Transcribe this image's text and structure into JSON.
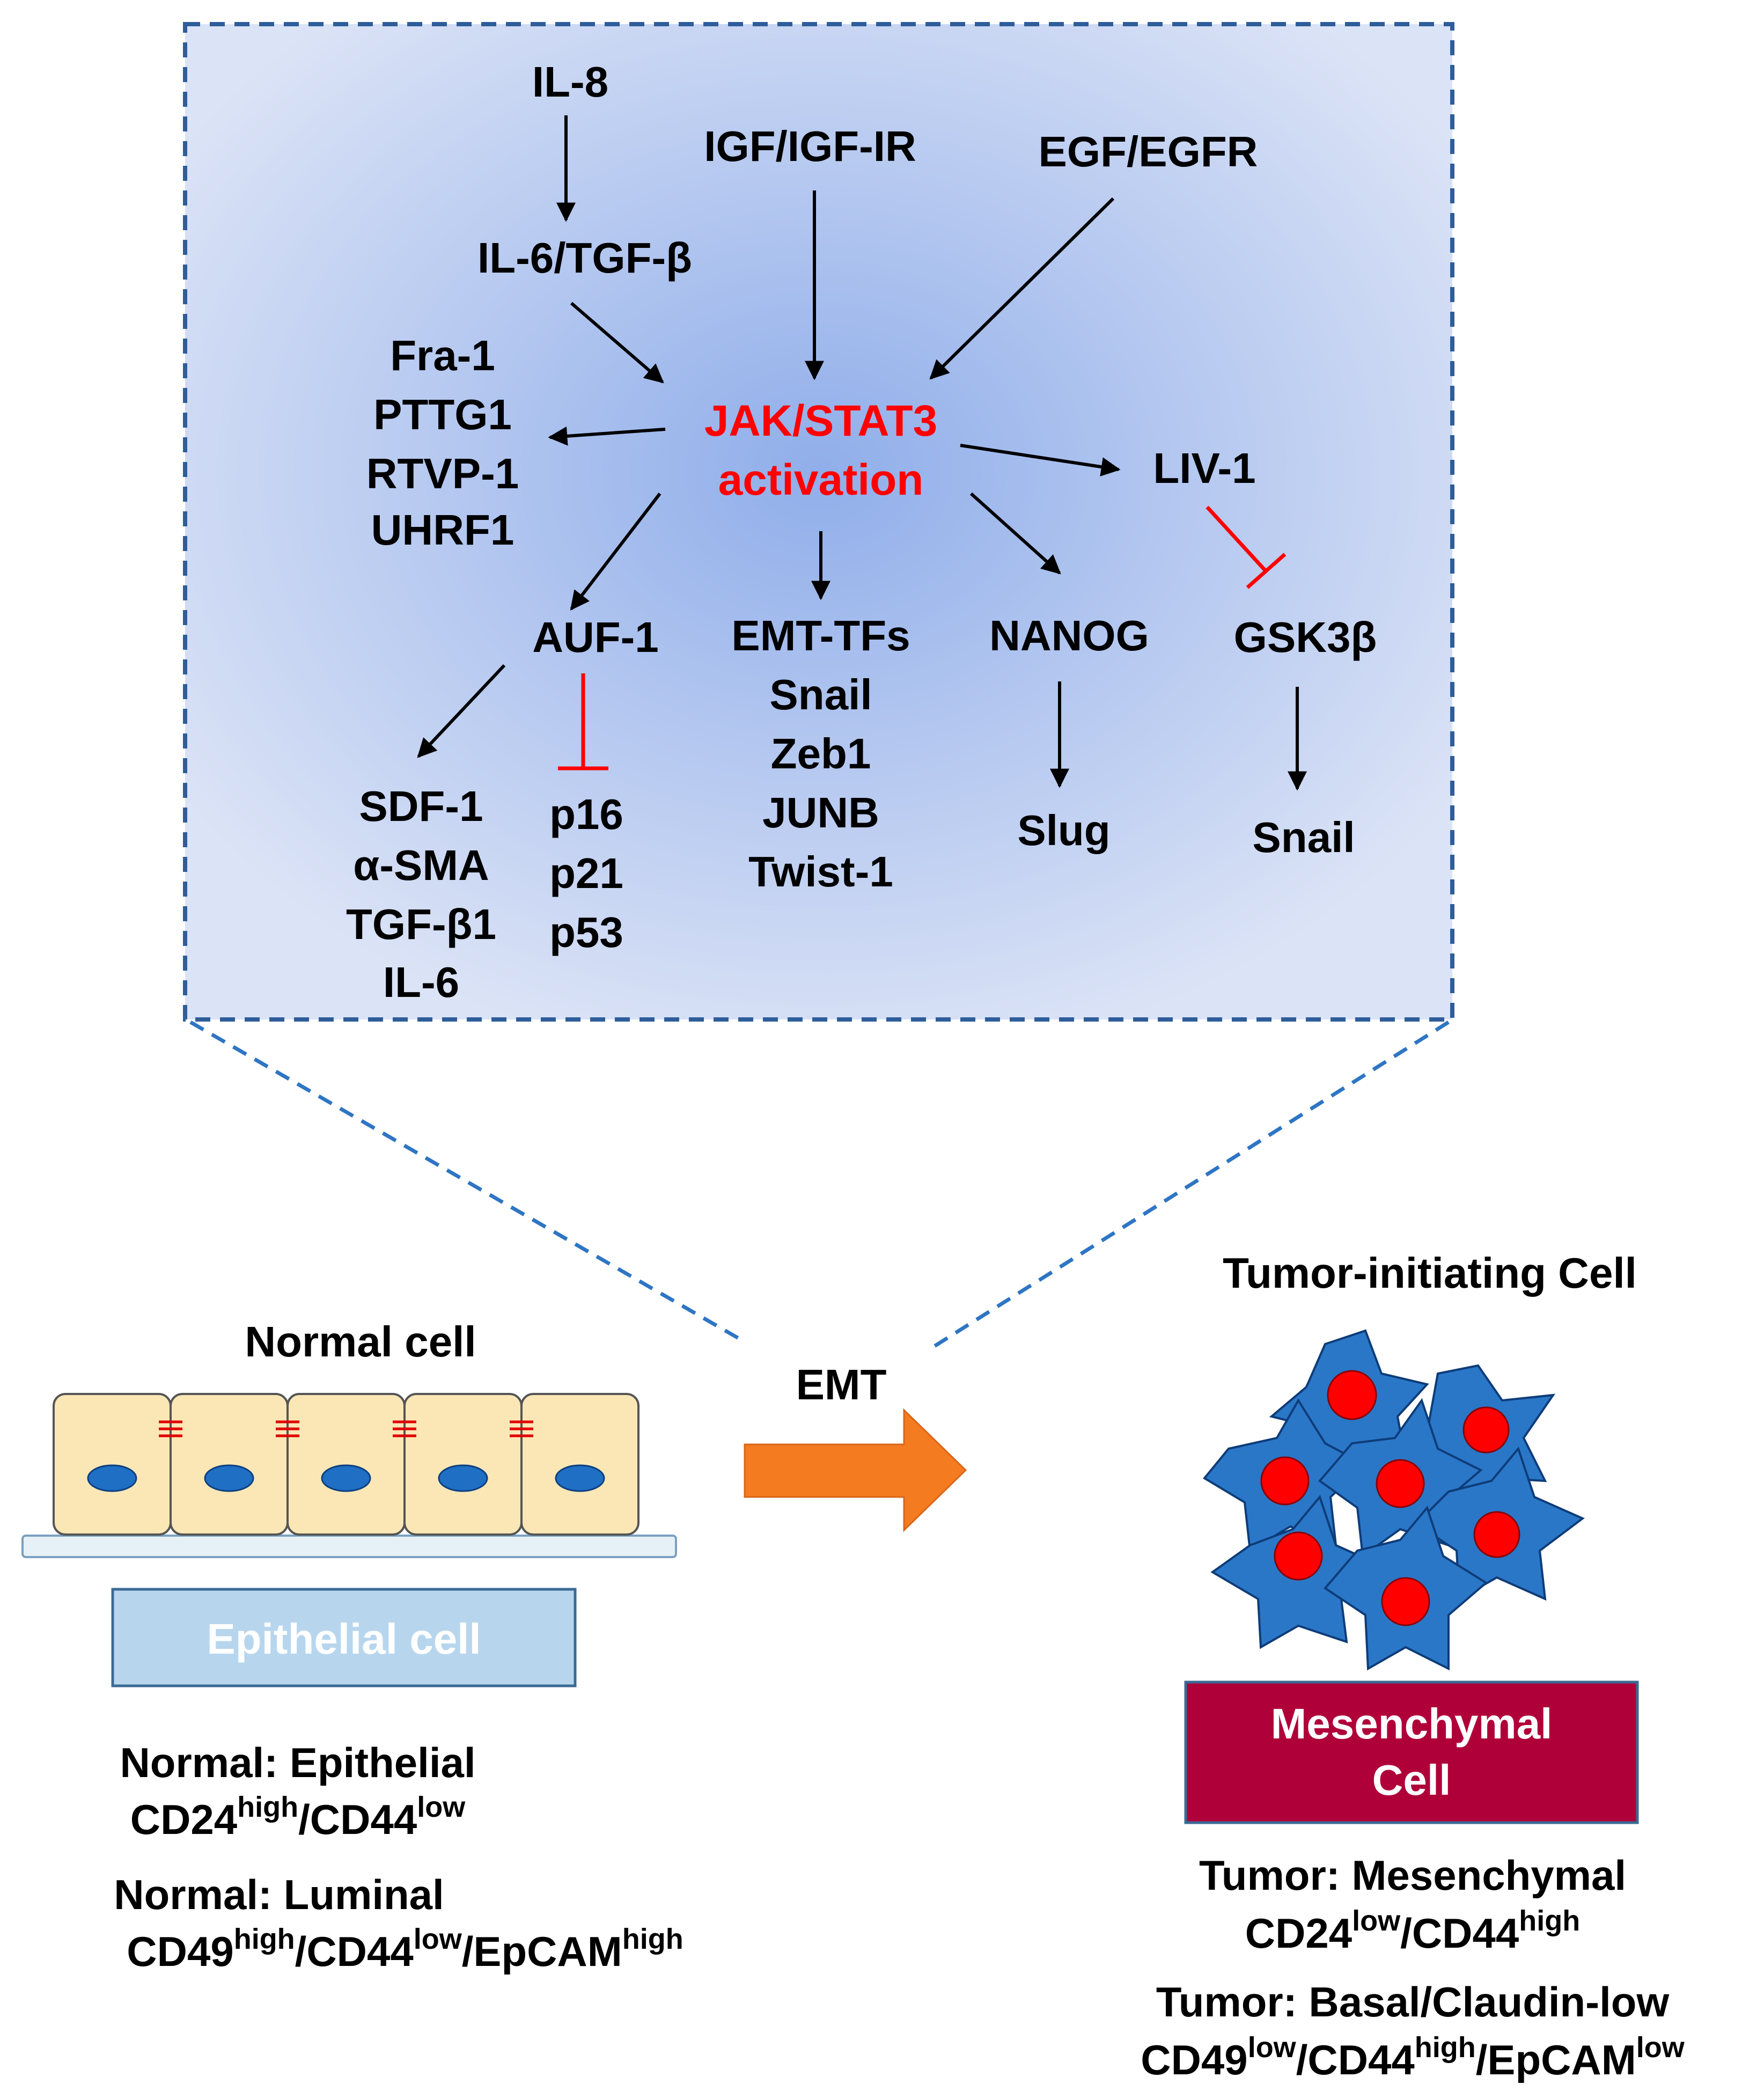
{
  "panel": {
    "nodes": {
      "il8": "IL-8",
      "il6tgfb": "IL-6/TGF-β",
      "igf": "IGF/IGF-IR",
      "egf": "EGF/EGFR",
      "jak_line1": "JAK/STAT3",
      "jak_line2": "activation",
      "liv1": "LIV-1",
      "left_targets": [
        "Fra-1",
        "PTTG1",
        "RTVP-1",
        "UHRF1"
      ],
      "auf1": "AUF-1",
      "emt_tfs": [
        "EMT-TFs",
        "Snail",
        "Zeb1",
        "JUNB",
        "Twist-1"
      ],
      "nanog": "NANOG",
      "gsk3b": "GSK3β",
      "auf1_up": [
        "SDF-1",
        "α-SMA",
        "TGF-β1",
        "IL-6"
      ],
      "auf1_down": [
        "p16",
        "p21",
        "p53"
      ],
      "slug": "Slug",
      "snail_gsk": "Snail"
    },
    "colors": {
      "panel_fill_center": "#9bb4ec",
      "panel_fill_edge": "#dbe3f6",
      "panel_border": "#2e5d9a",
      "activate_arrow": "#000000",
      "inhibit_arrow": "#ff0000",
      "jak_text": "#ff0000"
    }
  },
  "bottom": {
    "emt_label": "EMT",
    "normal_title": "Normal cell",
    "epithelial_box": "Epithelial cell",
    "normal_epithelial": {
      "title": "Normal: Epithelial",
      "m1": "CD24",
      "s1": "high",
      "m2": "/CD44",
      "s2": "low"
    },
    "normal_luminal": {
      "title": "Normal: Luminal",
      "m1": "CD49",
      "s1": "high",
      "m2": "/CD44",
      "s2": "low",
      "m3": "/EpCAM",
      "s3": "high"
    },
    "tic_title": "Tumor-initiating Cell",
    "mesenchymal_box": [
      "Mesenchymal",
      "Cell"
    ],
    "tumor_mesenchymal": {
      "title": "Tumor: Mesenchymal",
      "m1": "CD24",
      "s1": "low",
      "m2": "/CD44",
      "s2": "high"
    },
    "tumor_basal": {
      "title": "Tumor: Basal/Claudin-low",
      "m1": "CD49",
      "s1": "low",
      "m2": "/CD44",
      "s2": "high",
      "m3": "/EpCAM",
      "s3": "low"
    },
    "colors": {
      "epithelial_cell_fill": "#fbe7b6",
      "epithelial_nucleus": "#1f6fc4",
      "junction": "#e00000",
      "epithelial_box_fill": "#b7d6ee",
      "emt_arrow": "#f47b20",
      "tumor_cell_fill": "#2a77c8",
      "tumor_nucleus": "#ff0000",
      "mesenchymal_box_fill": "#b0003a"
    }
  }
}
